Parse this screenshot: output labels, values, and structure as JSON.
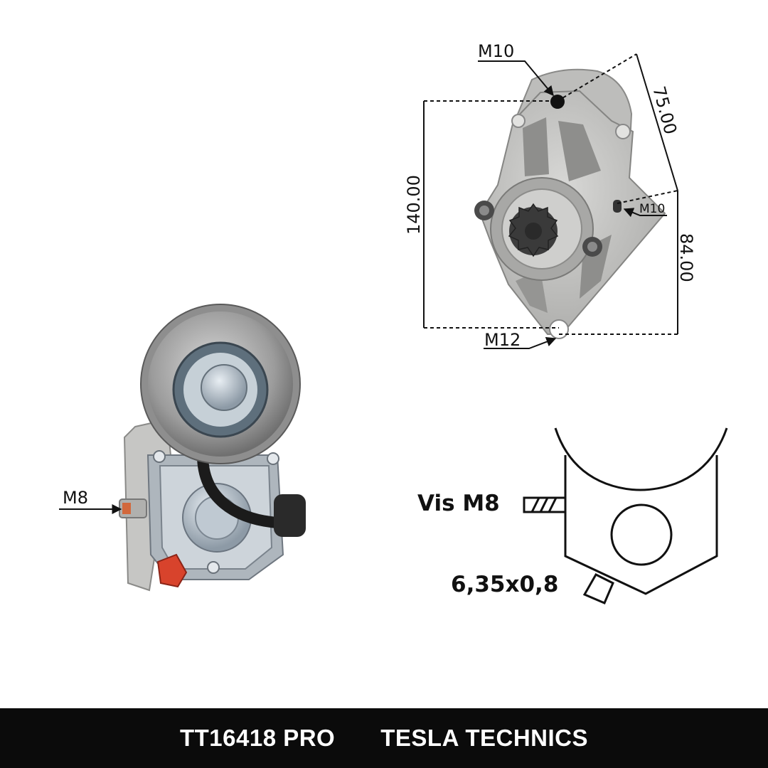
{
  "labels": {
    "top_hole": "M10",
    "side_hole": "M10",
    "bottom_hole": "M12",
    "dim_height": "140.00",
    "dim_diagonal": "75.00",
    "dim_lower": "84.00",
    "terminal": "M8"
  },
  "schematic": {
    "screw_label": "Vis M8",
    "tab_label": "6,35x0,8"
  },
  "footer": {
    "part_number": "TT16418 PRO",
    "brand": "TESLA TECHNICS"
  },
  "colors": {
    "metal": "#c9c9c9",
    "metal_dark": "#8f8f8f",
    "pinion": "#3d3d3d",
    "terminal_red": "#d8432c",
    "footer_bg": "#0b0b0b"
  }
}
